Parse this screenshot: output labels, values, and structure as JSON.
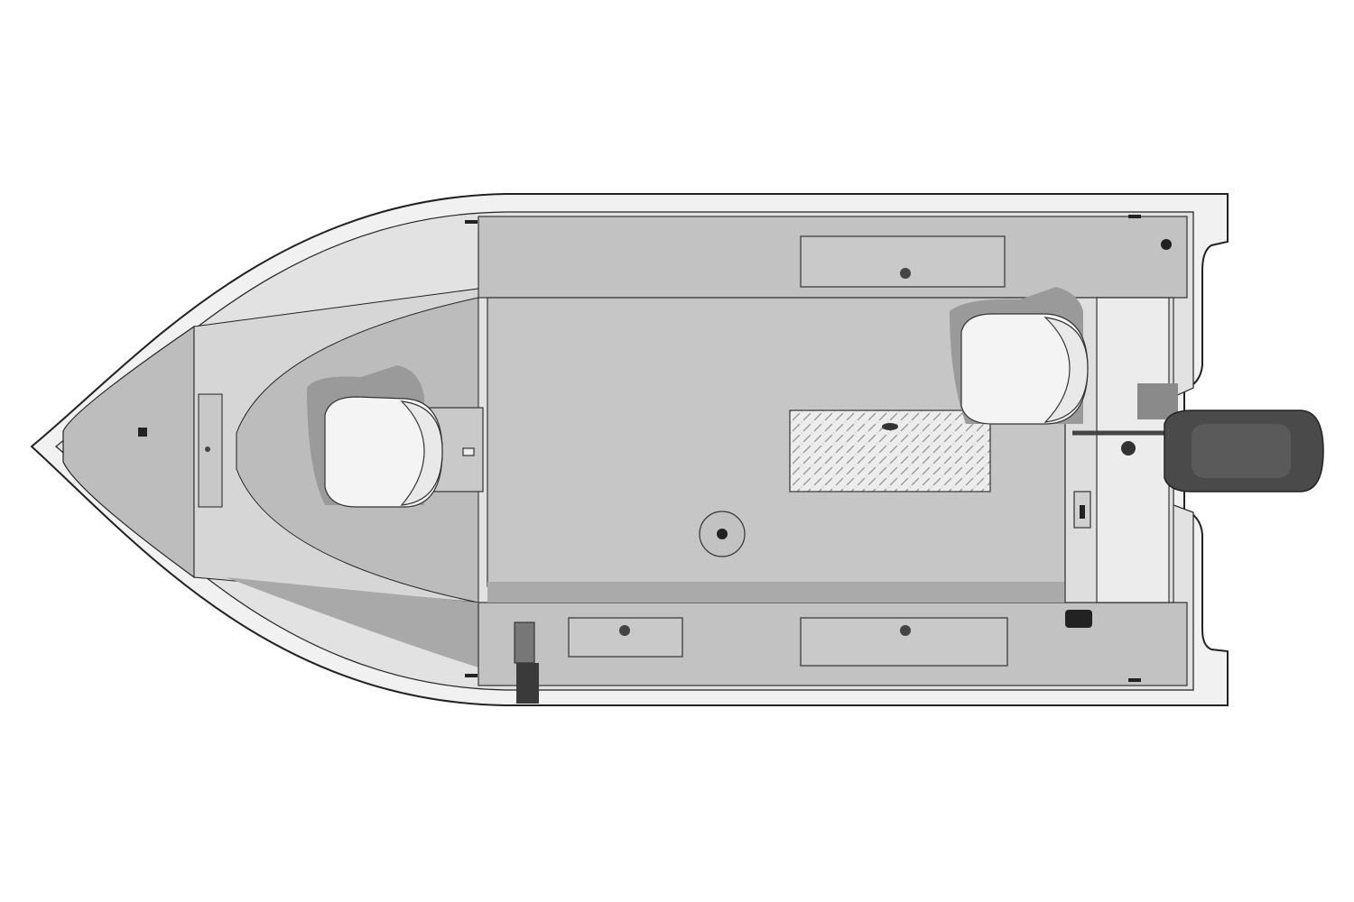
{
  "diagram": {
    "subject": "boat-top-view",
    "colors": {
      "background": "#ffffff",
      "hull": "#f1f1f1",
      "gunwale": "#e2e2e2",
      "deck": "#bdbdbd",
      "floor": "#c6c6c6",
      "rear_deck": "#dedede",
      "seat": "#f4f4f4",
      "outline": "#222222",
      "motor": "#4a4a4a",
      "hatch_dot": "#444444"
    },
    "components": [
      "bow-deck",
      "front-casting-deck",
      "front-seat",
      "main-floor",
      "rear-seat",
      "diamond-plate-hatch",
      "seat-pedestal-base",
      "port-storage-hatch",
      "starboard-storage-hatches",
      "rear-deck",
      "outboard-motor",
      "trolling-motor-mount"
    ]
  }
}
